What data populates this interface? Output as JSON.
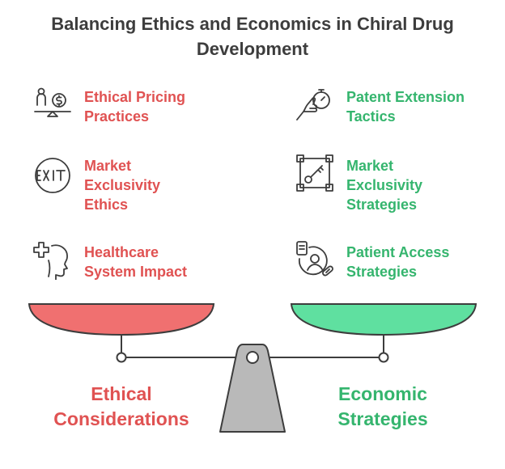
{
  "title_line1": "Balancing Ethics and Economics in Chiral Drug",
  "title_line2": "Development",
  "left": {
    "heading_line1": "Ethical",
    "heading_line2": "Considerations",
    "color": "#e05252",
    "items": [
      {
        "lines": [
          "Ethical Pricing",
          "Practices"
        ],
        "icon": "scales-pricing-icon"
      },
      {
        "lines": [
          "Market",
          "Exclusivity",
          "Ethics"
        ],
        "icon": "exit-sign-icon"
      },
      {
        "lines": [
          "Healthcare",
          "System Impact"
        ],
        "icon": "head-medical-cross-icon"
      }
    ]
  },
  "right": {
    "heading_line1": "Economic",
    "heading_line2": "Strategies",
    "color": "#35b56e",
    "items": [
      {
        "lines": [
          "Patent Extension",
          "Tactics"
        ],
        "icon": "hand-stopwatch-icon"
      },
      {
        "lines": [
          "Market",
          "Exclusivity",
          "Strategies"
        ],
        "icon": "framed-key-icon"
      },
      {
        "lines": [
          "Patient Access",
          "Strategies"
        ],
        "icon": "patient-document-pill-icon"
      }
    ]
  }
}
